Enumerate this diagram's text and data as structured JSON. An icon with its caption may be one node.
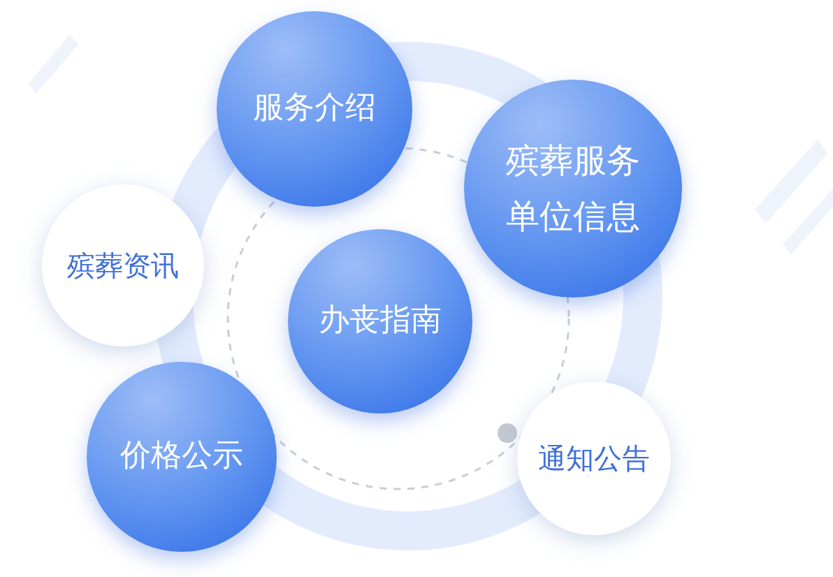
{
  "diagram": {
    "nodes": [
      {
        "text": [
          "服务介绍"
        ]
      },
      {
        "text": [
          "殡葬服务单位信息"
        ]
      },
      {
        "text": [
          "殡葬资讯"
        ]
      },
      {
        "text": [
          "办丧指南"
        ]
      },
      {
        "text": [
          "价格公示"
        ]
      },
      {
        "text": [
          "通知公告"
        ]
      }
    ]
  }
}
